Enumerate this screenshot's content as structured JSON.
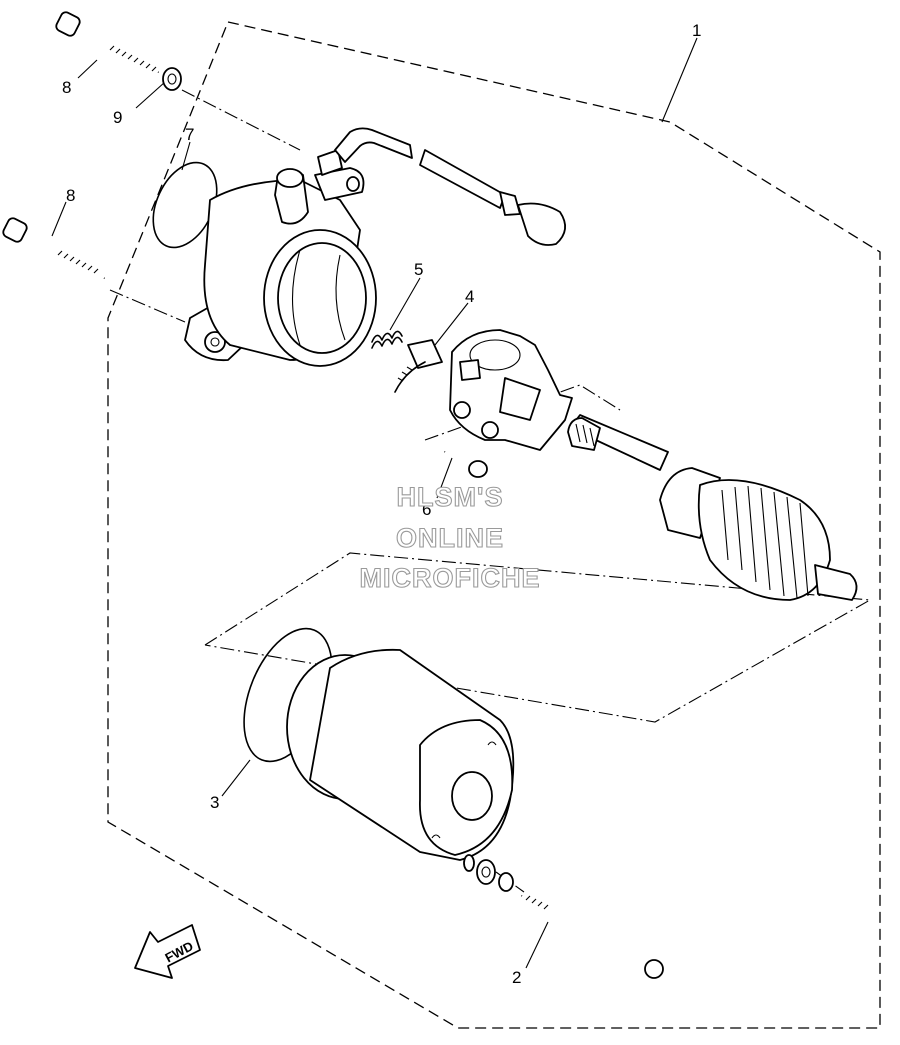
{
  "callouts": {
    "c1": "1",
    "c2": "2",
    "c3": "3",
    "c4": "4",
    "c5": "5",
    "c6": "6",
    "c7": "7",
    "c8a": "8",
    "c8b": "8",
    "c9": "9"
  },
  "watermark": {
    "line1": "HLSM'S",
    "line2": "ONLINE",
    "line3": "MICROFICHE"
  },
  "direction_marker": "FWD"
}
